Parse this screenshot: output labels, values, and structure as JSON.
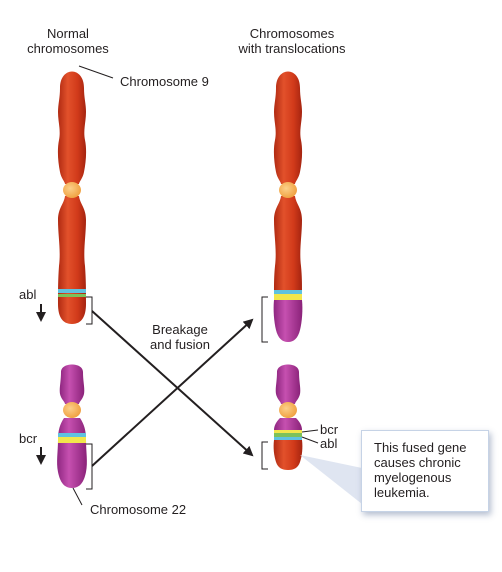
{
  "headers": {
    "normal": [
      "Normal",
      "chromosomes"
    ],
    "translocated": [
      "Chromosomes",
      "with translocations"
    ]
  },
  "labels": {
    "chromosome_9": "Chromosome 9",
    "chromosome_22": "Chromosome 22",
    "abl_left": "abl",
    "bcr_left": "bcr",
    "breakage": [
      "Breakage",
      "and fusion"
    ],
    "bcr_right": "bcr",
    "abl_right": "abl"
  },
  "callout": {
    "text": [
      "This fused gene",
      "causes chronic",
      "myelogenous",
      "leukemia."
    ]
  },
  "colors": {
    "chromosome_9": "#d8401e",
    "chromosome_22": "#b53aa0",
    "centromere": "#f4a847",
    "abl_band": "#5fc2e0",
    "bcr_band": "#f2e64c",
    "fusion_band": "#7cc15a",
    "callout_border": "#c6d3e6"
  }
}
